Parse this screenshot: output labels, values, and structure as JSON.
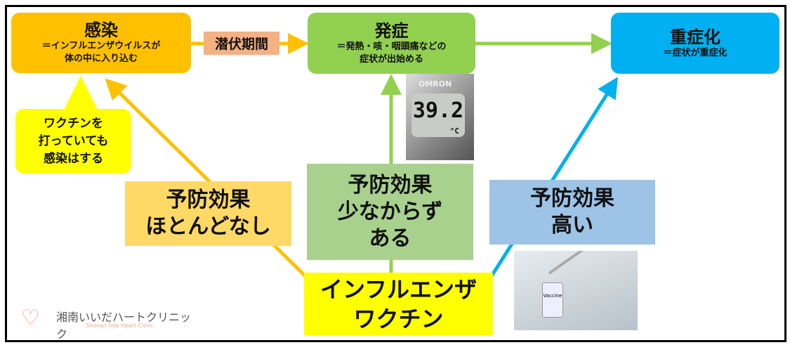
{
  "stages": {
    "infection": {
      "title": "感染",
      "desc1": "＝インフルエンザウイルスが",
      "desc2": "体の中に入り込む"
    },
    "latent": {
      "label": "潜伏期間"
    },
    "onset": {
      "title": "発症",
      "desc1": "＝発熱・咳・咽頭痛などの",
      "desc2": "症状が出始める"
    },
    "severe": {
      "title": "重症化",
      "desc1": "＝症状が重症化"
    }
  },
  "callout": {
    "line1": "ワクチンを",
    "line2": "打っていても",
    "line3": "感染はする"
  },
  "effects": {
    "low": {
      "line1": "予防効果",
      "line2": "ほとんどなし"
    },
    "some": {
      "line1": "予防効果",
      "line2": "少なからず",
      "line3": "ある"
    },
    "high": {
      "line1": "予防効果",
      "line2": "高い"
    }
  },
  "vaccine": {
    "line1": "インフルエンザ",
    "line2": "ワクチン"
  },
  "thermometer": {
    "brand": "OMRON",
    "reading": "39.2",
    "unit": "°C"
  },
  "vaccine_photo": {
    "label": "Vaccine"
  },
  "logo": {
    "name_ja": "湘南いいだハートクリニック",
    "name_en": "Shonan Iida Heart Clinic"
  },
  "colors": {
    "orange": "#FFC000",
    "green": "#92D050",
    "blue": "#00B0F0",
    "yellow": "#FFFF00",
    "latent": "#F4B183"
  }
}
